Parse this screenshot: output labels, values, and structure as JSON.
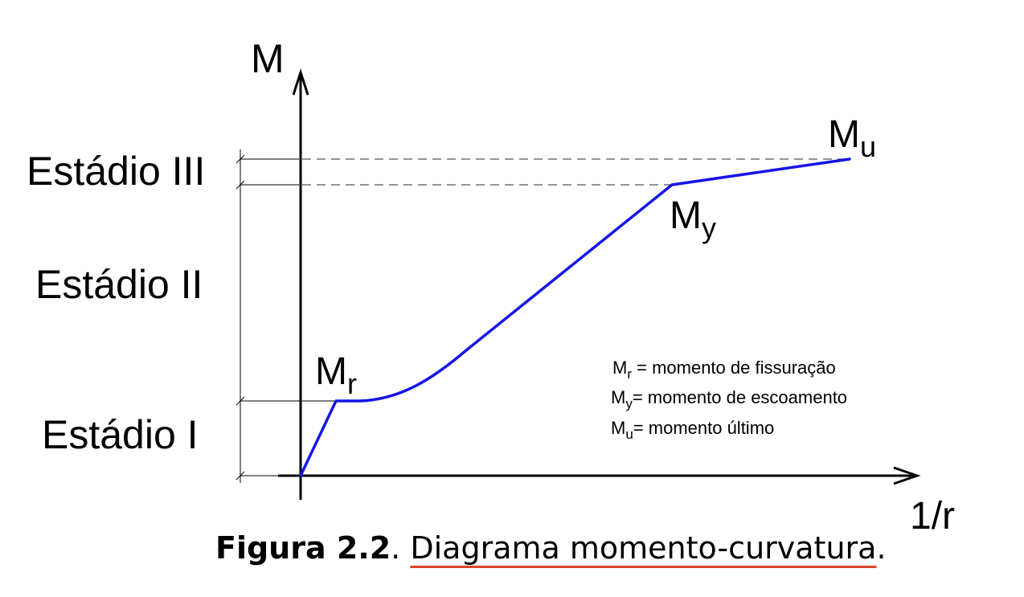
{
  "diagram": {
    "axis_y_label": "M",
    "axis_x_label": "1/r",
    "stages": [
      "Estádio III",
      "Estádio II",
      "Estádio I"
    ],
    "points": {
      "mr": {
        "main": "M",
        "sub": "r"
      },
      "my": {
        "main": "M",
        "sub": "y"
      },
      "mu": {
        "main": "M",
        "sub": "u"
      }
    },
    "legend": [
      {
        "main": "M",
        "sub": "r",
        "text": " = momento de fissuração"
      },
      {
        "main": "M",
        "sub": "y",
        "text": "= momento de escoamento"
      },
      {
        "main": "M",
        "sub": "u",
        "text": "= momento último"
      }
    ],
    "curve_color": "#1515e6",
    "caption_underline_color": "#d9442b"
  },
  "caption": {
    "figure": "Figura 2.2",
    "sep": ". ",
    "description": "Diagrama momento-curvatura",
    "end": "."
  }
}
